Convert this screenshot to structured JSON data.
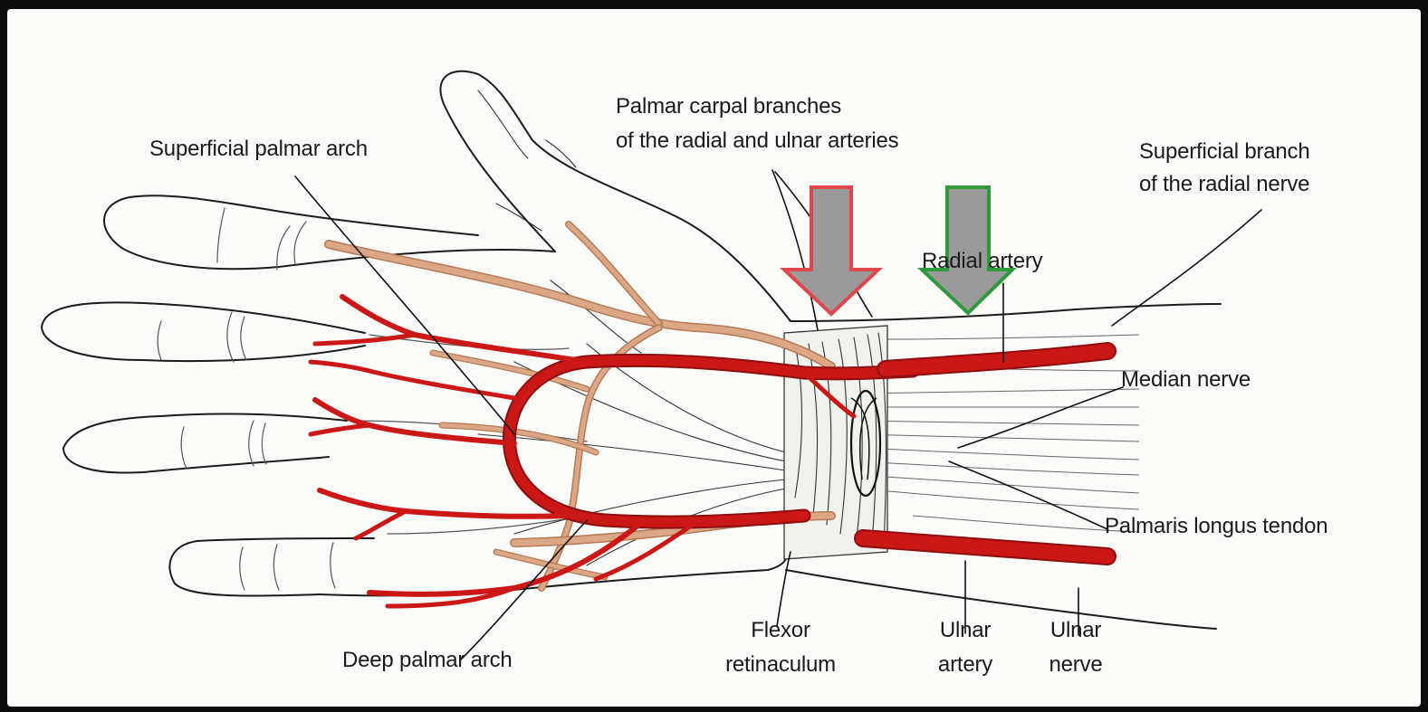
{
  "labels": {
    "superficial_palmar_arch": "Superficial palmar arch",
    "palmar_carpal_line1": "Palmar carpal branches",
    "palmar_carpal_line2": "of the radial and ulnar arteries",
    "superficial_branch_line1": "Superficial branch",
    "superficial_branch_line2": "of the radial nerve",
    "radial_artery": "Radial artery",
    "median_nerve": "Median nerve",
    "palmaris_longus": "Palmaris longus tendon",
    "deep_palmar_arch": "Deep palmar arch",
    "flexor_line1": "Flexor",
    "flexor_line2": "retinaculum",
    "ulnar_artery_line1": "Ulnar",
    "ulnar_artery_line2": "artery",
    "ulnar_nerve_line1": "Ulnar",
    "ulnar_nerve_line2": "nerve"
  },
  "arrows": {
    "red_arrow": {
      "border_color": "#e0474c",
      "fill_color": "#9a9a9a"
    },
    "green_arrow": {
      "border_color": "#2e9a3c",
      "fill_color": "#9a9a9a"
    }
  },
  "colors": {
    "artery": "#cc1717",
    "nerve": "#dba785",
    "background": "#fbfbf9"
  }
}
